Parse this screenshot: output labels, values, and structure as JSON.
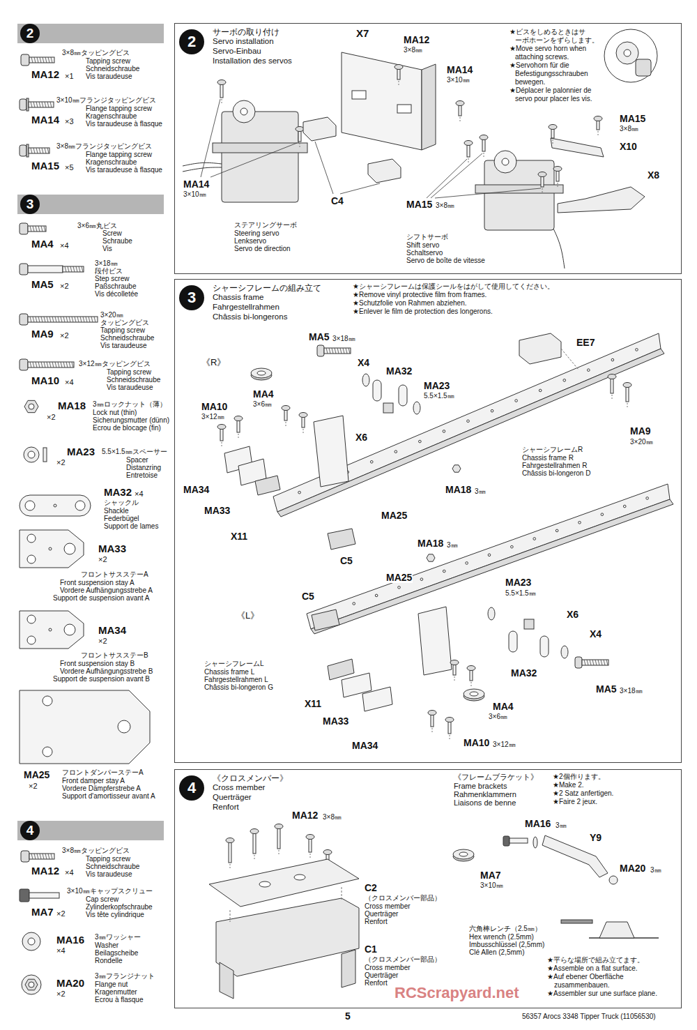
{
  "diagram": {
    "nodes": [
      {
        "text": [
          "2"
        ]
      },
      {
        "text": [
          "3"
        ]
      },
      {
        "text": [
          "4"
        ]
      },
      {
        "text": [
          "サーボの取り付け",
          "Servo installation",
          "Servo-Einbau",
          "Installation des servos"
        ]
      },
      {
        "text": [
          "2"
        ],
        "in": 3
      },
      {
        "text": [
          "シャーシフレームの組み立て",
          "Chassis frame",
          "Fahrgestellrahmen",
          "Châssis bi-longerons"
        ]
      },
      {
        "text": [
          "3"
        ],
        "in": 5
      },
      {
        "text": [
          "《クロスメンバー》",
          "Cross member",
          "Querträger",
          "Renfort"
        ]
      },
      {
        "text": [
          "4"
        ],
        "in": 7
      }
    ],
    "labels": [
      "3×8㎜タッピングビス",
      "Tapping screw",
      "Schneidschraube",
      "Vis taraudeuse",
      "MA12",
      "×1",
      "3×10㎜フランジタッピングビス",
      "Flange tapping screw",
      "Kragenschraube",
      "Vis taraudeuse à flasque",
      "MA14",
      "×3",
      "3×8㎜フランジタッピングビス",
      "Flange tapping screw",
      "Kragenschraube",
      "Vis taraudeuse à flasque",
      "MA15",
      "×5",
      "3×6㎜丸ビス",
      "Screw",
      "Schraube",
      "Vis",
      "MA4",
      "×4",
      "3×18㎜",
      "段付ビス",
      "Step screw",
      "Paßschraube",
      "Vis décolletée",
      "MA5",
      "×2",
      "3×20㎜",
      "タッピングビス",
      "Tapping screw",
      "Schneidschraube",
      "Vis taraudeuse",
      "MA9",
      "×2",
      "3×12㎜タッピングビス",
      "Tapping screw",
      "Schneidschraube",
      "Vis taraudeuse",
      "MA10",
      "×4",
      "MA18",
      "×2",
      "3㎜ロックナット（薄）",
      "Lock nut (thin)",
      "Sicherungsmutter (dünn)",
      "Ecrou de blocage (fin)",
      "MA23",
      "×2",
      "5.5×1.5㎜スペーサー",
      "Spacer",
      "Distanzring",
      "Entretoise",
      "MA32",
      "×4",
      "シャックル",
      "Shackle",
      "Federbügel",
      "Support de lames",
      "MA33",
      "×2",
      "フロントサスステーA",
      "Front suspension stay A",
      "Vordere Aufhängungsstrebe A",
      "Support de suspension avant A",
      "MA34",
      "×2",
      "フロントサスステーB",
      "Front suspension stay B",
      "Vordere Aufhängungsstrebe B",
      "Support de suspension avant B",
      "MA25",
      "×2",
      "フロントダンパーステーA",
      "Front damper stay A",
      "Vordere Dämpferstrebe A",
      "Support d'amortisseur avant A",
      "3×8㎜タッピングビス",
      "Tapping screw",
      "Schneidschraube",
      "Vis taraudeuse",
      "MA12",
      "×4",
      "3×10㎜キャップスクリュー",
      "Cap screw",
      "Zylinderkopfschraube",
      "Vis tête cylindrique",
      "MA7",
      "×2",
      "MA16",
      "×4",
      "3㎜ワッシャー",
      "Washer",
      "Beilagscheibe",
      "Rondelle",
      "MA20",
      "×2",
      "3㎜フランジナット",
      "Flange nut",
      "Kragenmutter",
      "Ecrou à flasque",
      "X7",
      "MA12",
      "3×8㎜",
      "MA14",
      "3×10㎜",
      "★ビスをしめるときはサ",
      "ーボホーンをずらします。",
      "★Move servo horn when",
      "attaching screws.",
      "★Servohorn für die",
      "Befestigungsschrauben",
      "bewegen.",
      "★Déplacer le palonnier de",
      "servo pour placer les vis.",
      "MA15",
      "3×8㎜",
      "X10",
      "X8",
      "MA14",
      "3×10㎜",
      "C4",
      "MA15",
      "3×8㎜",
      "ステアリングサーボ",
      "Steering servo",
      "Lenkservo",
      "Servo de direction",
      "シフトサーボ",
      "Shift servo",
      "Schaltservo",
      "Servo de boîte de vitesse",
      "★シャーシフレームは保護シールをはがして使用してください。",
      "★Remove vinyl protective film from frames.",
      "★Schutzfolie von Rahmen abziehen.",
      "★Enlever le film de protection des longerons.",
      "《R》",
      "MA5",
      "3×18㎜",
      "EE7",
      "X4",
      "MA4",
      "3×6㎜",
      "MA32",
      "MA23",
      "5.5×1.5㎜",
      "MA10",
      "3×12㎜",
      "X6",
      "MA9",
      "3×20㎜",
      "シャーシフレームR",
      "Chassis frame R",
      "Fahrgestellrahmen R",
      "Châssis bi-longeron D",
      "MA34",
      "MA18",
      "3㎜",
      "MA33",
      "MA25",
      "X11",
      "C5",
      "MA18",
      "3㎜",
      "MA25",
      "MA23",
      "5.5×1.5㎜",
      "C5",
      "《L》",
      "X6",
      "X4",
      "シャーシフレームL",
      "Chassis frame L",
      "Fahrgestellrahmen L",
      "Châssis bi-longeron G",
      "MA32",
      "MA5",
      "3×18㎜",
      "X11",
      "MA4",
      "3×6㎜",
      "MA33",
      "MA34",
      "MA10",
      "3×12㎜",
      "《フレームブラケット》",
      "Frame brackets",
      "Rahmenklammern",
      "Liaisons de benne",
      "★2個作ります。",
      "★Make 2.",
      "★2 Satz anfertigen.",
      "★Faire 2 jeux.",
      "MA12",
      "3×8㎜",
      "MA16",
      "3㎜",
      "Y9",
      "MA20",
      "3㎜",
      "MA7",
      "3×10㎜",
      "C2",
      "（クロスメンバー部品）",
      "Cross member",
      "Querträger",
      "Renfort",
      "六角棒レンチ（2.5㎜）",
      "Hex wrench (2.5mm)",
      "Imbusschlüssel (2,5mm)",
      "Clé Allen (2,5mm)",
      "★平らな場所で組み立てます。",
      "★Assemble on a flat surface.",
      "★Auf ebener Oberfläche",
      "zusammenbauen.",
      "★Assembler sur une surface plane.",
      "C1",
      "（クロスメンバー部品）",
      "Cross member",
      "Querträger",
      "Renfort",
      "RCScrapyard.net",
      "5",
      "56357 Arocs 3348 Tipper Truck (11056530)"
    ]
  }
}
